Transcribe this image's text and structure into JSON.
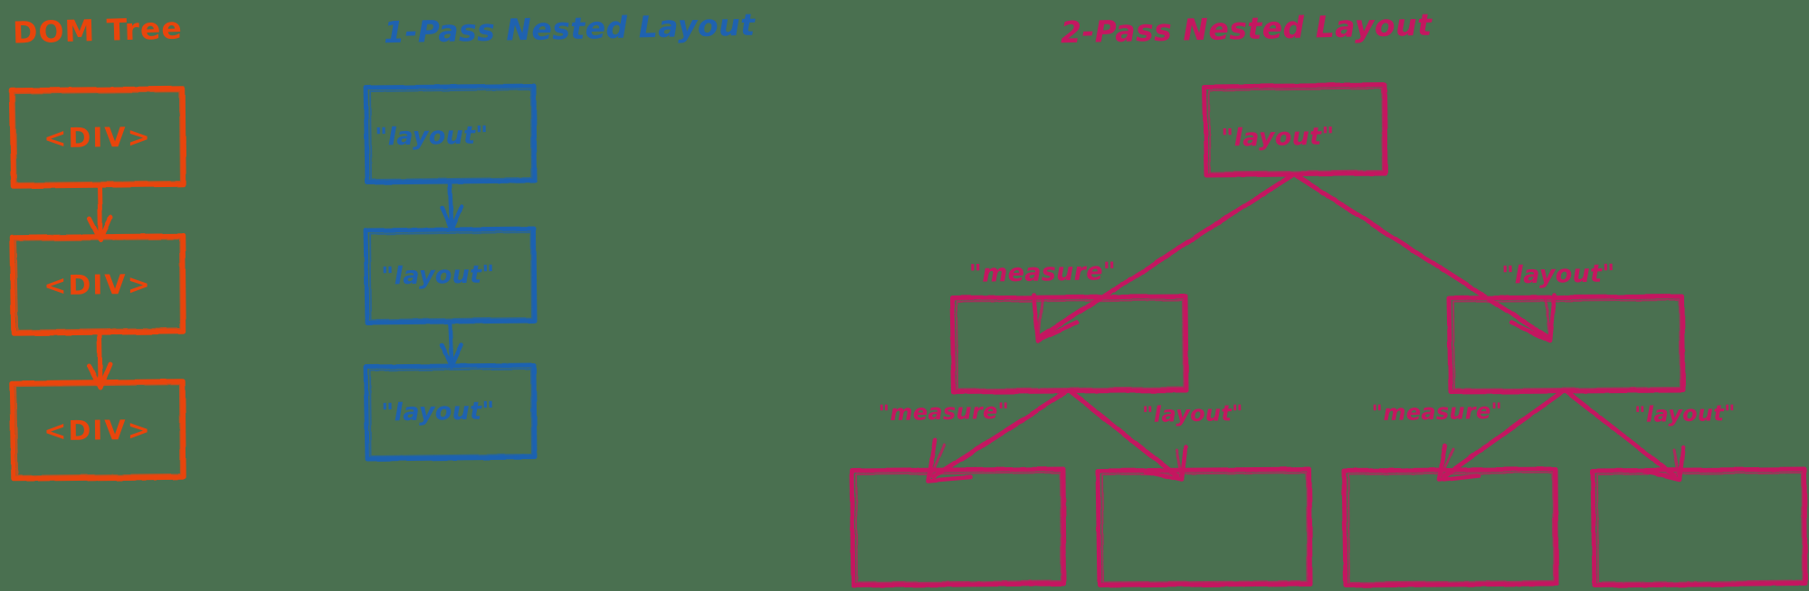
{
  "background_color": "#4a7050",
  "palette": {
    "dom_orange": "#e8450c",
    "one_pass_blue": "#1f62b0",
    "two_pass_magenta": "#c41760"
  },
  "panels": [
    {
      "id": "dom-tree",
      "title": "DOM Tree",
      "color": "#e8450c",
      "nodes": [
        {
          "id": "dom-1",
          "label": "<DIV>"
        },
        {
          "id": "dom-2",
          "label": "<DIV>"
        },
        {
          "id": "dom-3",
          "label": "<DIV>"
        }
      ],
      "edges": [
        {
          "from": "dom-1",
          "to": "dom-2"
        },
        {
          "from": "dom-2",
          "to": "dom-3"
        }
      ]
    },
    {
      "id": "one-pass",
      "title": "1-Pass Nested Layout",
      "color": "#1f62b0",
      "nodes": [
        {
          "id": "one-1",
          "label": "\"layout\""
        },
        {
          "id": "one-2",
          "label": "\"layout\""
        },
        {
          "id": "one-3",
          "label": "\"layout\""
        }
      ],
      "edges": [
        {
          "from": "one-1",
          "to": "one-2"
        },
        {
          "from": "one-2",
          "to": "one-3"
        }
      ]
    },
    {
      "id": "two-pass",
      "title": "2-Pass Nested Layout",
      "color": "#c41760",
      "nodes": [
        {
          "id": "two-root",
          "label": "\"layout\""
        },
        {
          "id": "two-l",
          "label": "\"measure\""
        },
        {
          "id": "two-r",
          "label": "\"layout\""
        },
        {
          "id": "two-ll",
          "label": "\"measure\""
        },
        {
          "id": "two-lr",
          "label": "\"layout\""
        },
        {
          "id": "two-rl",
          "label": "\"measure\""
        },
        {
          "id": "two-rr",
          "label": "\"layout\""
        }
      ],
      "edges": [
        {
          "from": "two-root",
          "to": "two-l"
        },
        {
          "from": "two-root",
          "to": "two-r"
        },
        {
          "from": "two-l",
          "to": "two-ll"
        },
        {
          "from": "two-l",
          "to": "two-lr"
        },
        {
          "from": "two-r",
          "to": "two-rl"
        },
        {
          "from": "two-r",
          "to": "two-rr"
        }
      ]
    }
  ],
  "labels": {
    "dom_1": "<DIV>",
    "dom_2": "<DIV>",
    "dom_3": "<DIV>",
    "one_1": "\"layout\"",
    "one_2": "\"layout\"",
    "one_3": "\"layout\"",
    "two_root": "\"layout\"",
    "two_l": "\"measure\"",
    "two_r": "\"layout\"",
    "two_ll": "\"measure\"",
    "two_lr": "\"layout\"",
    "two_rl": "\"measure\"",
    "two_rr": "\"layout\""
  },
  "titles": {
    "dom": "DOM Tree",
    "one_pass": "1-Pass Nested Layout",
    "two_pass": "2-Pass Nested Layout"
  }
}
